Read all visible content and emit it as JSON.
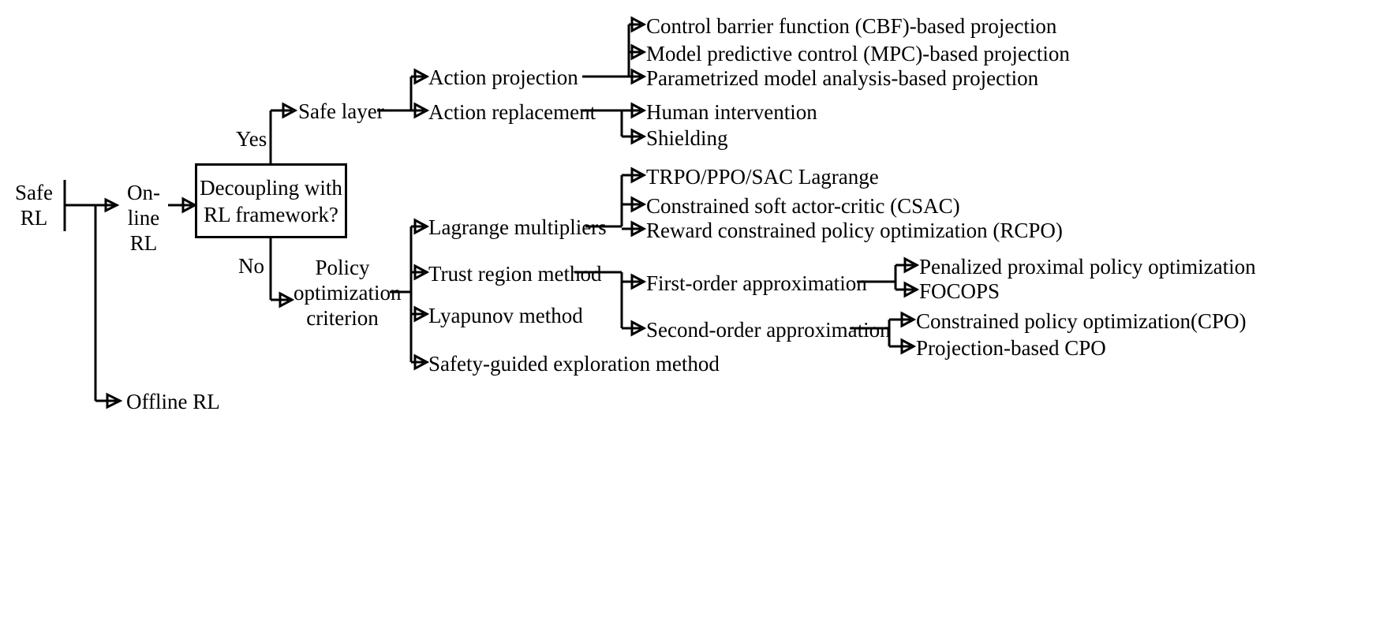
{
  "diagram": {
    "title": "Safe RL taxonomy flowchart",
    "root": {
      "label": "Safe\nRL"
    },
    "nodes": {
      "safe_rl": "Safe RL",
      "online_rl": "On-line RL",
      "offline_rl": "Offline RL",
      "decision": "Decoupling with RL framework?",
      "safe_layer": "Safe layer",
      "policy_opt_criterion": "Policy optimization criterion",
      "action_projection": "Action projection",
      "action_replacement": "Action replacement",
      "cbf": "Control barrier function (CBF)-based projection",
      "mpc": "Model predictive control (MPC)-based projection",
      "parametrized": "Parametrized model analysis-based projection",
      "human_intervention": "Human intervention",
      "shielding": "Shielding",
      "lagrange_multipliers": "Lagrange multipliers",
      "trust_region": "Trust region method",
      "lyapunov": "Lyapunov method",
      "safety_guided": "Safety-guided exploration method",
      "trpo_ppo_sac": "TRPO/PPO/SAC Lagrange",
      "csac": "Constrained soft actor-critic (CSAC)",
      "rcpo": "Reward constrained policy optimization (RCPO)",
      "first_order": "First-order approximation",
      "second_order": "Second-order approximation",
      "p3o": "Penalized proximal policy optimization",
      "focops": "FOCOPS",
      "cpo": "Constrained policy optimization(CPO)",
      "pcpo": "Projection-based CPO"
    },
    "edge_labels": {
      "yes": "Yes",
      "no": "No"
    },
    "node_lines": {
      "safe_rl_l1": "Safe",
      "safe_rl_l2": "RL",
      "online_rl_l1": "On-line",
      "online_rl_l2": "RL",
      "decision_l1": "Decoupling with",
      "decision_l2": "RL framework?",
      "poc_l1": "Policy",
      "poc_l2": "optimization",
      "poc_l3": "criterion"
    },
    "colors": {
      "stroke": "#000000",
      "background": "#ffffff",
      "text": "#000000"
    }
  }
}
